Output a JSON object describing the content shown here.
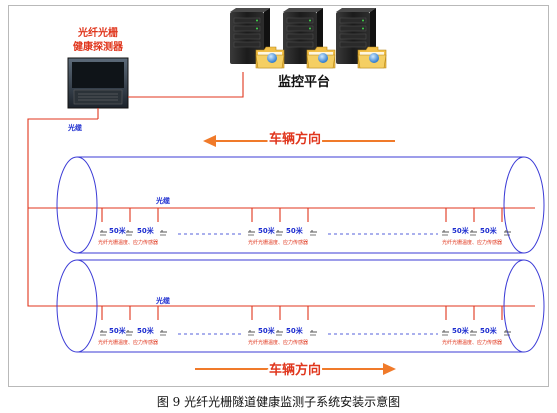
{
  "detector_label_line1": "光纤光栅",
  "detector_label_line2": "健康探测器",
  "platform_label": "监控平台",
  "cable_label": "光缆",
  "direction_label": "车辆方向",
  "segment_label": "50米",
  "sensor_label": "光纤光栅温度、应力传感器",
  "caption": "图 9  光纤光栅隧道健康监测子系统安装示意图",
  "colors": {
    "cable": "#e0361d",
    "tunnel": "#3b3bd6",
    "arrow": "#f07a2a",
    "segment_text": "#1f2fd0",
    "sensor_text": "#e0361d"
  },
  "icons": [
    "detector-device-icon",
    "server-icon",
    "folder-icon",
    "globe-icon",
    "sensor-icon"
  ]
}
